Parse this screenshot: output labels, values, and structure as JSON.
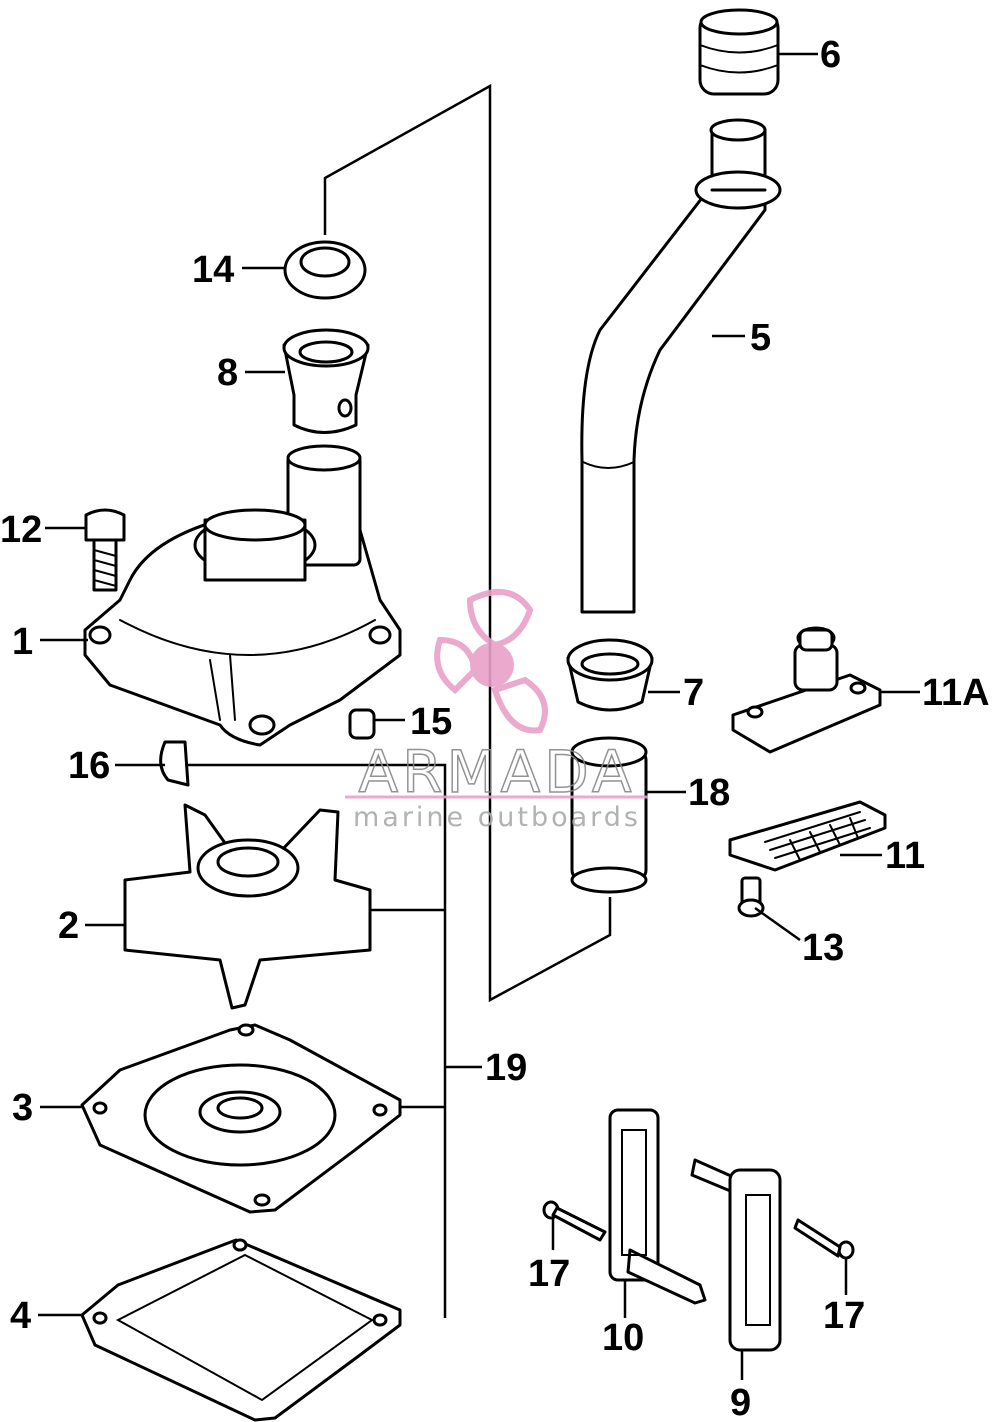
{
  "callouts": {
    "c1": "1",
    "c2": "2",
    "c3": "3",
    "c4": "4",
    "c5": "5",
    "c6": "6",
    "c7": "7",
    "c8": "8",
    "c9": "9",
    "c10": "10",
    "c11": "11",
    "c11a": "11A",
    "c12": "12",
    "c13": "13",
    "c14": "14",
    "c15": "15",
    "c16": "16",
    "c17a": "17",
    "c17b": "17",
    "c18": "18",
    "c19": "19"
  },
  "watermark": {
    "brand": "ARMADA",
    "tagline": "marine outboards",
    "accent": "#e8a0c8"
  }
}
